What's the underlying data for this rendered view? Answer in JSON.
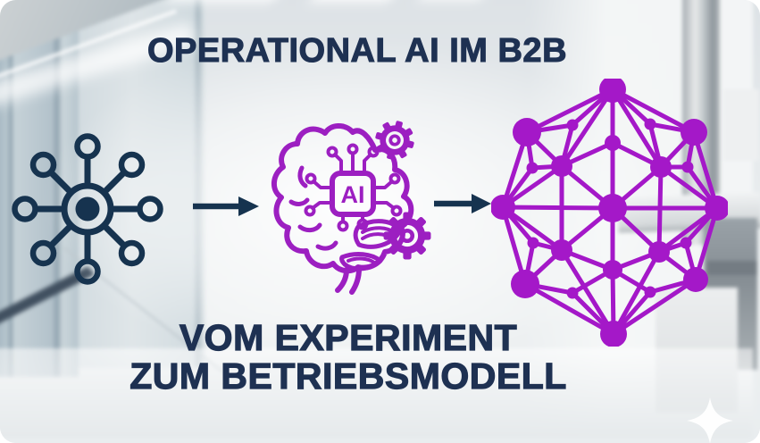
{
  "header": {
    "title": "OPERATIONAL AI IM B2B"
  },
  "footer": {
    "line1": "VOM EXPERIMENT",
    "line2": "ZUM BETRIEBSMODELL"
  },
  "flow": {
    "step1_icon": "hub-spoke-network-icon",
    "arrow_icon": "right-arrow-icon",
    "step2_icon": "ai-brain-with-gears-icon",
    "chip_label": "AI",
    "step3_icon": "mesh-network-icon"
  },
  "decor": {
    "sparkle_icon": "four-point-sparkle-icon",
    "background": "blurred-lab-office-photo"
  },
  "colors": {
    "navy_text": "#1e3152",
    "navy_icon": "#16334f",
    "purple_brain": "#9c1fc1",
    "purple_network": "#a418c8",
    "bg_base": "#e8ecee",
    "sparkle": "#ffffff"
  },
  "network": {
    "nodes": {
      "A": [
        136,
        12,
        15
      ],
      "B": [
        40,
        60,
        16
      ],
      "C": [
        227,
        60,
        15
      ],
      "D": [
        13,
        144,
        14
      ],
      "E": [
        253,
        145,
        14
      ],
      "F": [
        38,
        230,
        16
      ],
      "G": [
        229,
        225,
        14
      ],
      "H": [
        137,
        286,
        15
      ],
      "I": [
        136,
        145,
        16
      ],
      "J": [
        79,
        98,
        12
      ],
      "K": [
        190,
        99,
        12
      ],
      "L": [
        79,
        192,
        12
      ],
      "M": [
        188,
        194,
        12
      ],
      "N": [
        136,
        72,
        9
      ],
      "O": [
        136,
        214,
        11
      ],
      "P": [
        91,
        52,
        6.5
      ],
      "Q": [
        178,
        51,
        6.5
      ],
      "R": [
        46,
        100,
        6.5
      ],
      "S": [
        220,
        99,
        6.5
      ],
      "T": [
        47,
        184,
        6.5
      ],
      "U": [
        218,
        184,
        6.5
      ],
      "V": [
        91,
        240,
        6.5
      ],
      "W": [
        178,
        239,
        6.5
      ]
    },
    "edges": [
      [
        "A",
        "B"
      ],
      [
        "A",
        "C"
      ],
      [
        "B",
        "D"
      ],
      [
        "C",
        "E"
      ],
      [
        "D",
        "F"
      ],
      [
        "E",
        "G"
      ],
      [
        "F",
        "H"
      ],
      [
        "G",
        "H"
      ],
      [
        "A",
        "P"
      ],
      [
        "A",
        "J"
      ],
      [
        "A",
        "N"
      ],
      [
        "A",
        "K"
      ],
      [
        "A",
        "Q"
      ],
      [
        "B",
        "P"
      ],
      [
        "B",
        "J"
      ],
      [
        "B",
        "R"
      ],
      [
        "C",
        "Q"
      ],
      [
        "C",
        "K"
      ],
      [
        "C",
        "S"
      ],
      [
        "D",
        "R"
      ],
      [
        "D",
        "J"
      ],
      [
        "D",
        "I"
      ],
      [
        "D",
        "L"
      ],
      [
        "D",
        "T"
      ],
      [
        "E",
        "S"
      ],
      [
        "E",
        "K"
      ],
      [
        "E",
        "I"
      ],
      [
        "E",
        "M"
      ],
      [
        "E",
        "U"
      ],
      [
        "F",
        "T"
      ],
      [
        "F",
        "L"
      ],
      [
        "F",
        "V"
      ],
      [
        "G",
        "U"
      ],
      [
        "G",
        "M"
      ],
      [
        "G",
        "W"
      ],
      [
        "H",
        "V"
      ],
      [
        "H",
        "L"
      ],
      [
        "H",
        "O"
      ],
      [
        "H",
        "M"
      ],
      [
        "H",
        "W"
      ],
      [
        "N",
        "J"
      ],
      [
        "N",
        "K"
      ],
      [
        "J",
        "L"
      ],
      [
        "K",
        "M"
      ],
      [
        "L",
        "O"
      ],
      [
        "M",
        "O"
      ],
      [
        "I",
        "N"
      ],
      [
        "I",
        "J"
      ],
      [
        "I",
        "K"
      ],
      [
        "I",
        "L"
      ],
      [
        "I",
        "M"
      ],
      [
        "I",
        "O"
      ],
      [
        "P",
        "J"
      ],
      [
        "Q",
        "K"
      ],
      [
        "R",
        "J"
      ],
      [
        "S",
        "K"
      ],
      [
        "T",
        "L"
      ],
      [
        "U",
        "M"
      ],
      [
        "V",
        "O"
      ],
      [
        "W",
        "O"
      ]
    ]
  }
}
